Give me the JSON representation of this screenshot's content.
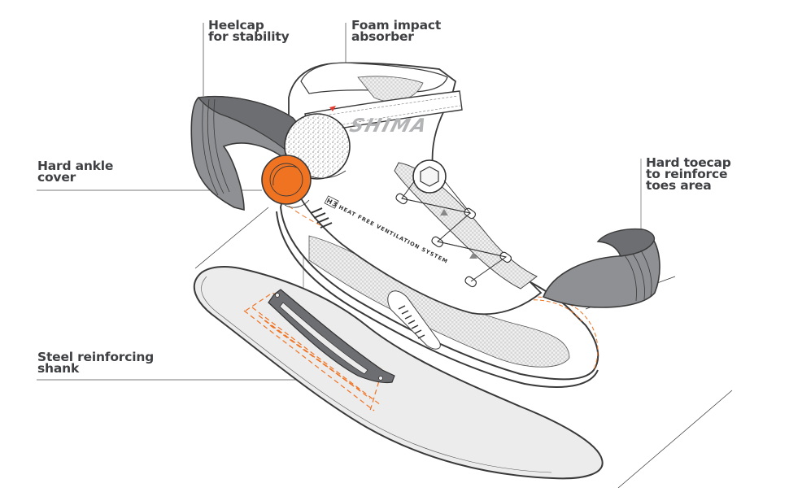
{
  "diagram": {
    "title": "Motorcycle boot exploded view",
    "brand_logo_text": "SHIMA",
    "ventilation_badge": "H3",
    "ventilation_text": "HEAT FREE VENTILATION SYSTEM",
    "colors": {
      "accent_orange": "#f07322",
      "dark_gray": "#6d6e71",
      "mid_gray": "#8f9093",
      "light_gray": "#ececec",
      "label_text": "#3f4043",
      "leader_line": "#7a7a7a"
    },
    "labels": [
      {
        "id": "heelcap",
        "text": "Heelcap\nfor stability"
      },
      {
        "id": "foam",
        "text": "Foam impact\nabsorber"
      },
      {
        "id": "ankle",
        "text": "Hard ankle\ncover"
      },
      {
        "id": "toecap",
        "text": "Hard toecap\nto reinforce\ntoes area"
      },
      {
        "id": "shank",
        "text": "Steel reinforcing\nshank"
      }
    ],
    "parts": [
      {
        "id": "heelcap",
        "icon": "heelcap-shape"
      },
      {
        "id": "foam",
        "icon": "foam-disc"
      },
      {
        "id": "ankle",
        "icon": "ankle-disc"
      },
      {
        "id": "toecap",
        "icon": "toecap-shape"
      },
      {
        "id": "shank",
        "icon": "steel-shank"
      },
      {
        "id": "insole",
        "icon": "insole"
      },
      {
        "id": "boot",
        "icon": "boot"
      }
    ]
  }
}
